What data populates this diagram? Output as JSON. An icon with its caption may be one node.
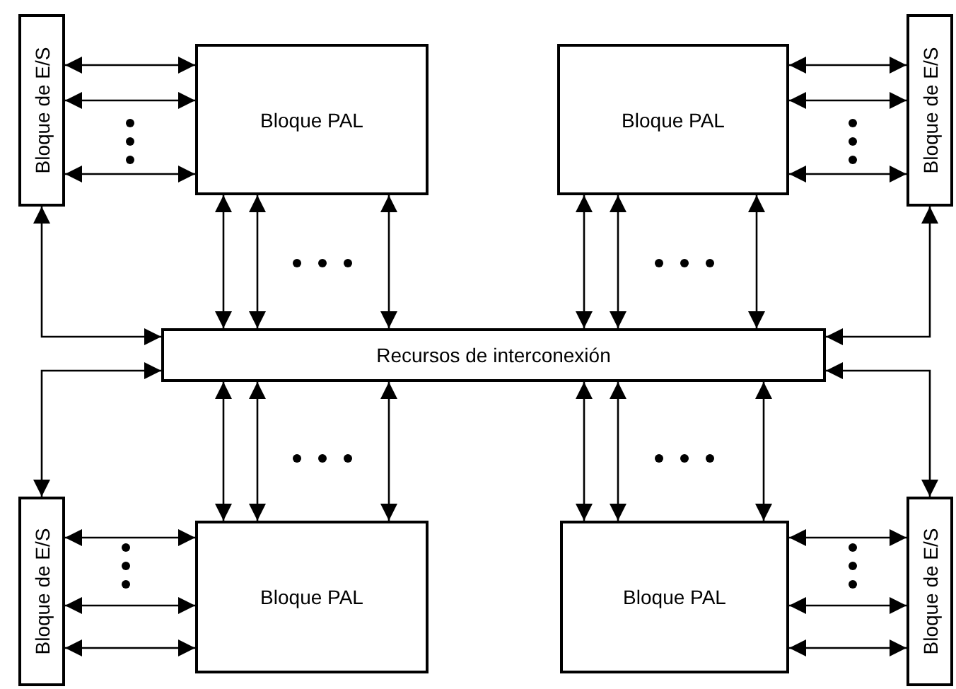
{
  "diagram": {
    "nodes": [
      {
        "text": [
          "Bloque de E/S"
        ]
      },
      {
        "text": [
          "Bloque PAL"
        ]
      },
      {
        "text": [
          "Bloque PAL"
        ]
      },
      {
        "text": [
          "Bloque de E/S"
        ]
      },
      {
        "text": [
          "Recursos de interconexión"
        ]
      },
      {
        "text": [
          "Bloque de E/S"
        ]
      },
      {
        "text": [
          "Bloque PAL"
        ]
      },
      {
        "text": [
          "Bloque PAL"
        ]
      },
      {
        "text": [
          "Bloque de E/S"
        ]
      }
    ],
    "edges": [
      {
        "from": 0,
        "to": 1,
        "arrow": "both"
      },
      {
        "from": 0,
        "to": 1,
        "arrow": "both"
      },
      {
        "from": 0,
        "to": 1,
        "arrow": "both"
      },
      {
        "from": 1,
        "to": 4,
        "arrow": "both"
      },
      {
        "from": 1,
        "to": 4,
        "arrow": "both"
      },
      {
        "from": 1,
        "to": 4,
        "arrow": "both"
      },
      {
        "from": 0,
        "to": 4,
        "arrow": "both"
      },
      {
        "from": 2,
        "to": 3,
        "arrow": "both"
      },
      {
        "from": 2,
        "to": 3,
        "arrow": "both"
      },
      {
        "from": 2,
        "to": 3,
        "arrow": "both"
      },
      {
        "from": 2,
        "to": 4,
        "arrow": "both"
      },
      {
        "from": 2,
        "to": 4,
        "arrow": "both"
      },
      {
        "from": 2,
        "to": 4,
        "arrow": "both"
      },
      {
        "from": 3,
        "to": 4,
        "arrow": "both"
      },
      {
        "from": 4,
        "to": 6,
        "arrow": "both"
      },
      {
        "from": 4,
        "to": 6,
        "arrow": "both"
      },
      {
        "from": 4,
        "to": 6,
        "arrow": "both"
      },
      {
        "from": 5,
        "to": 6,
        "arrow": "both"
      },
      {
        "from": 5,
        "to": 6,
        "arrow": "both"
      },
      {
        "from": 5,
        "to": 6,
        "arrow": "both"
      },
      {
        "from": 5,
        "to": 4,
        "arrow": "both"
      },
      {
        "from": 4,
        "to": 7,
        "arrow": "both"
      },
      {
        "from": 4,
        "to": 7,
        "arrow": "both"
      },
      {
        "from": 4,
        "to": 7,
        "arrow": "both"
      },
      {
        "from": 7,
        "to": 8,
        "arrow": "both"
      },
      {
        "from": 7,
        "to": 8,
        "arrow": "both"
      },
      {
        "from": 7,
        "to": 8,
        "arrow": "both"
      },
      {
        "from": 8,
        "to": 4,
        "arrow": "both"
      }
    ]
  }
}
